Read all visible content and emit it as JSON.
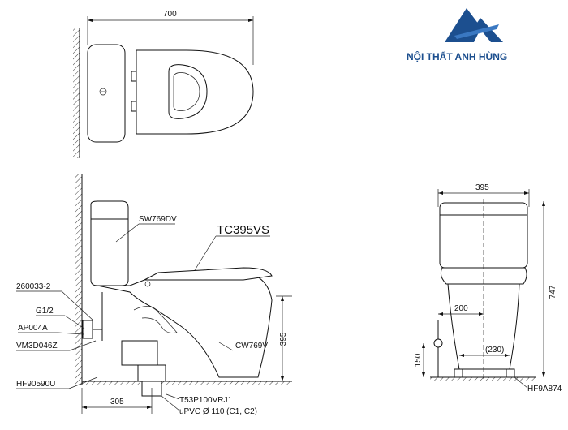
{
  "logo": {
    "brand_name": "NỘI THẤT ANH HÙNG",
    "icon": "mountain-logo-icon",
    "colors": {
      "primary": "#1c4f8f",
      "secondary": "#3a78c2"
    }
  },
  "top_view": {
    "dim_width": "700"
  },
  "side_view": {
    "model": "TC395VS",
    "tank_part": "SW769DV",
    "bowl_part": "CW769V",
    "labels_left": [
      "260033-2",
      "G1/2",
      "AP004A",
      "VM3D046Z",
      "HF90590U"
    ],
    "label_bottom_1": "T53P100VRJ1",
    "label_bottom_2": "uPVC Ø 110 (C1, C2)",
    "dim_height": "395",
    "dim_rough_in": "305"
  },
  "front_view": {
    "dim_width": "395",
    "dim_height": "747",
    "dim_offset": "200",
    "dim_supply_height": "150",
    "dim_bolt_span": "(230)",
    "label_bottom": "HF9A874"
  }
}
